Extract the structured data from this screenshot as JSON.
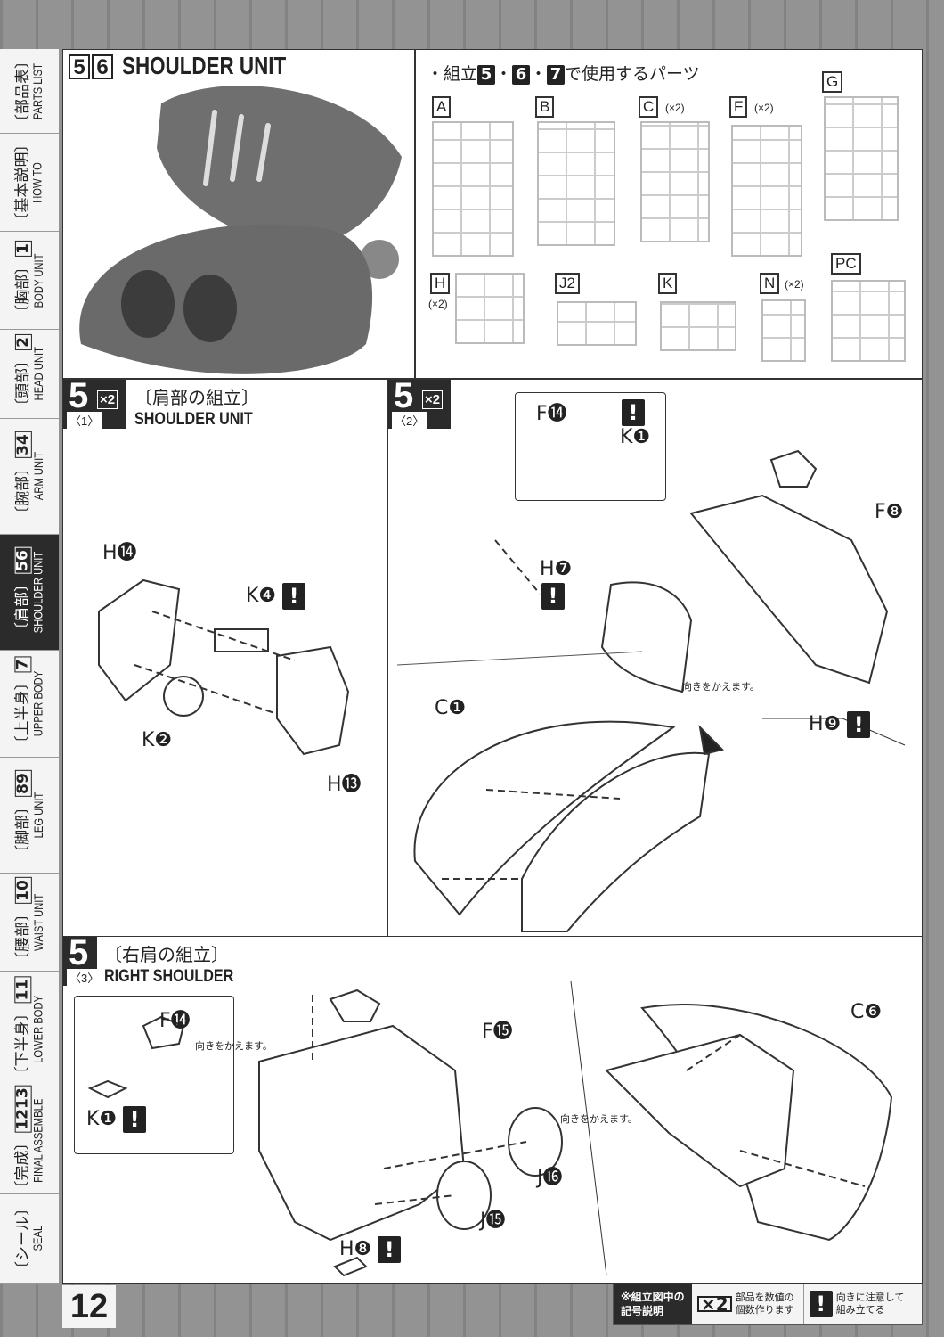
{
  "sidebar": {
    "tabs": [
      {
        "jp": "〔部品表〕",
        "en": "PARTS LIST",
        "num": ""
      },
      {
        "jp": "〔基本説明〕",
        "en": "HOW TO",
        "num": ""
      },
      {
        "jp": "〔胸部〕",
        "en": "BODY UNIT",
        "num": "1"
      },
      {
        "jp": "〔頭部〕",
        "en": "HEAD UNIT",
        "num": "2"
      },
      {
        "jp": "〔腕部〕",
        "en": "ARM UNIT",
        "num": "34"
      },
      {
        "jp": "〔肩部〕",
        "en": "SHOULDER UNIT",
        "num": "56",
        "active": true
      },
      {
        "jp": "〔上半身〕",
        "en": "UPPER BODY",
        "num": "7"
      },
      {
        "jp": "〔脚部〕",
        "en": "LEG UNIT",
        "num": "89"
      },
      {
        "jp": "〔腰部〕",
        "en": "WAIST UNIT",
        "num": "10"
      },
      {
        "jp": "〔下半身〕",
        "en": "LOWER BODY",
        "num": "11"
      },
      {
        "jp": "〔完成〕",
        "en": "FINAL ASSEMBLE",
        "num": "1213"
      },
      {
        "jp": "〔シール〕",
        "en": "SEAL",
        "num": ""
      }
    ]
  },
  "section": {
    "num_a": "5",
    "num_b": "6",
    "title": "SHOULDER UNIT"
  },
  "parts": {
    "heading_prefix": "・組立",
    "s5": "5",
    "s6": "6",
    "s7": "7",
    "dot": "・",
    "heading_suffix": "で使用するパーツ",
    "runners": [
      {
        "id": "A",
        "mult": ""
      },
      {
        "id": "B",
        "mult": ""
      },
      {
        "id": "C",
        "mult": "(×2)"
      },
      {
        "id": "F",
        "mult": "(×2)"
      },
      {
        "id": "G",
        "mult": ""
      },
      {
        "id": "H",
        "mult": "(×2)"
      },
      {
        "id": "J2",
        "mult": ""
      },
      {
        "id": "K",
        "mult": ""
      },
      {
        "id": "N",
        "mult": "(×2)"
      },
      {
        "id": "PC",
        "mult": ""
      }
    ]
  },
  "step1": {
    "num": "5",
    "sub": "〈1〉",
    "x2": "×2",
    "jp": "〔肩部の組立〕",
    "en": "SHOULDER UNIT",
    "labels": {
      "h14": "H⓮",
      "k4": "K❹",
      "k2": "K❷",
      "h13": "H⓭"
    }
  },
  "step2": {
    "num": "5",
    "sub": "〈2〉",
    "x2": "×2",
    "labels": {
      "f14": "F⓮",
      "k1": "K❶",
      "f8": "F❽",
      "h7": "H❼",
      "h9": "H❾",
      "c1": "C❶"
    },
    "note": "向きをかえます。"
  },
  "step3": {
    "num": "5",
    "sub": "〈3〉",
    "jp": "〔右肩の組立〕",
    "en": "RIGHT SHOULDER",
    "labels": {
      "f14": "F⓮",
      "k1": "K❶",
      "f15": "F⓯",
      "j15": "J⓯",
      "j16": "J⓰",
      "h8": "H❽",
      "c6": "C❻"
    },
    "note1": "向きをかえます。",
    "note2": "向きをかえます。"
  },
  "warn": "!",
  "page_number": "12",
  "legend": {
    "key": "※組立図中の記号説明",
    "x2": "×2",
    "x2_text": "部品を数値の個数作ります",
    "warn_text": "向きに注意して組み立てる"
  }
}
